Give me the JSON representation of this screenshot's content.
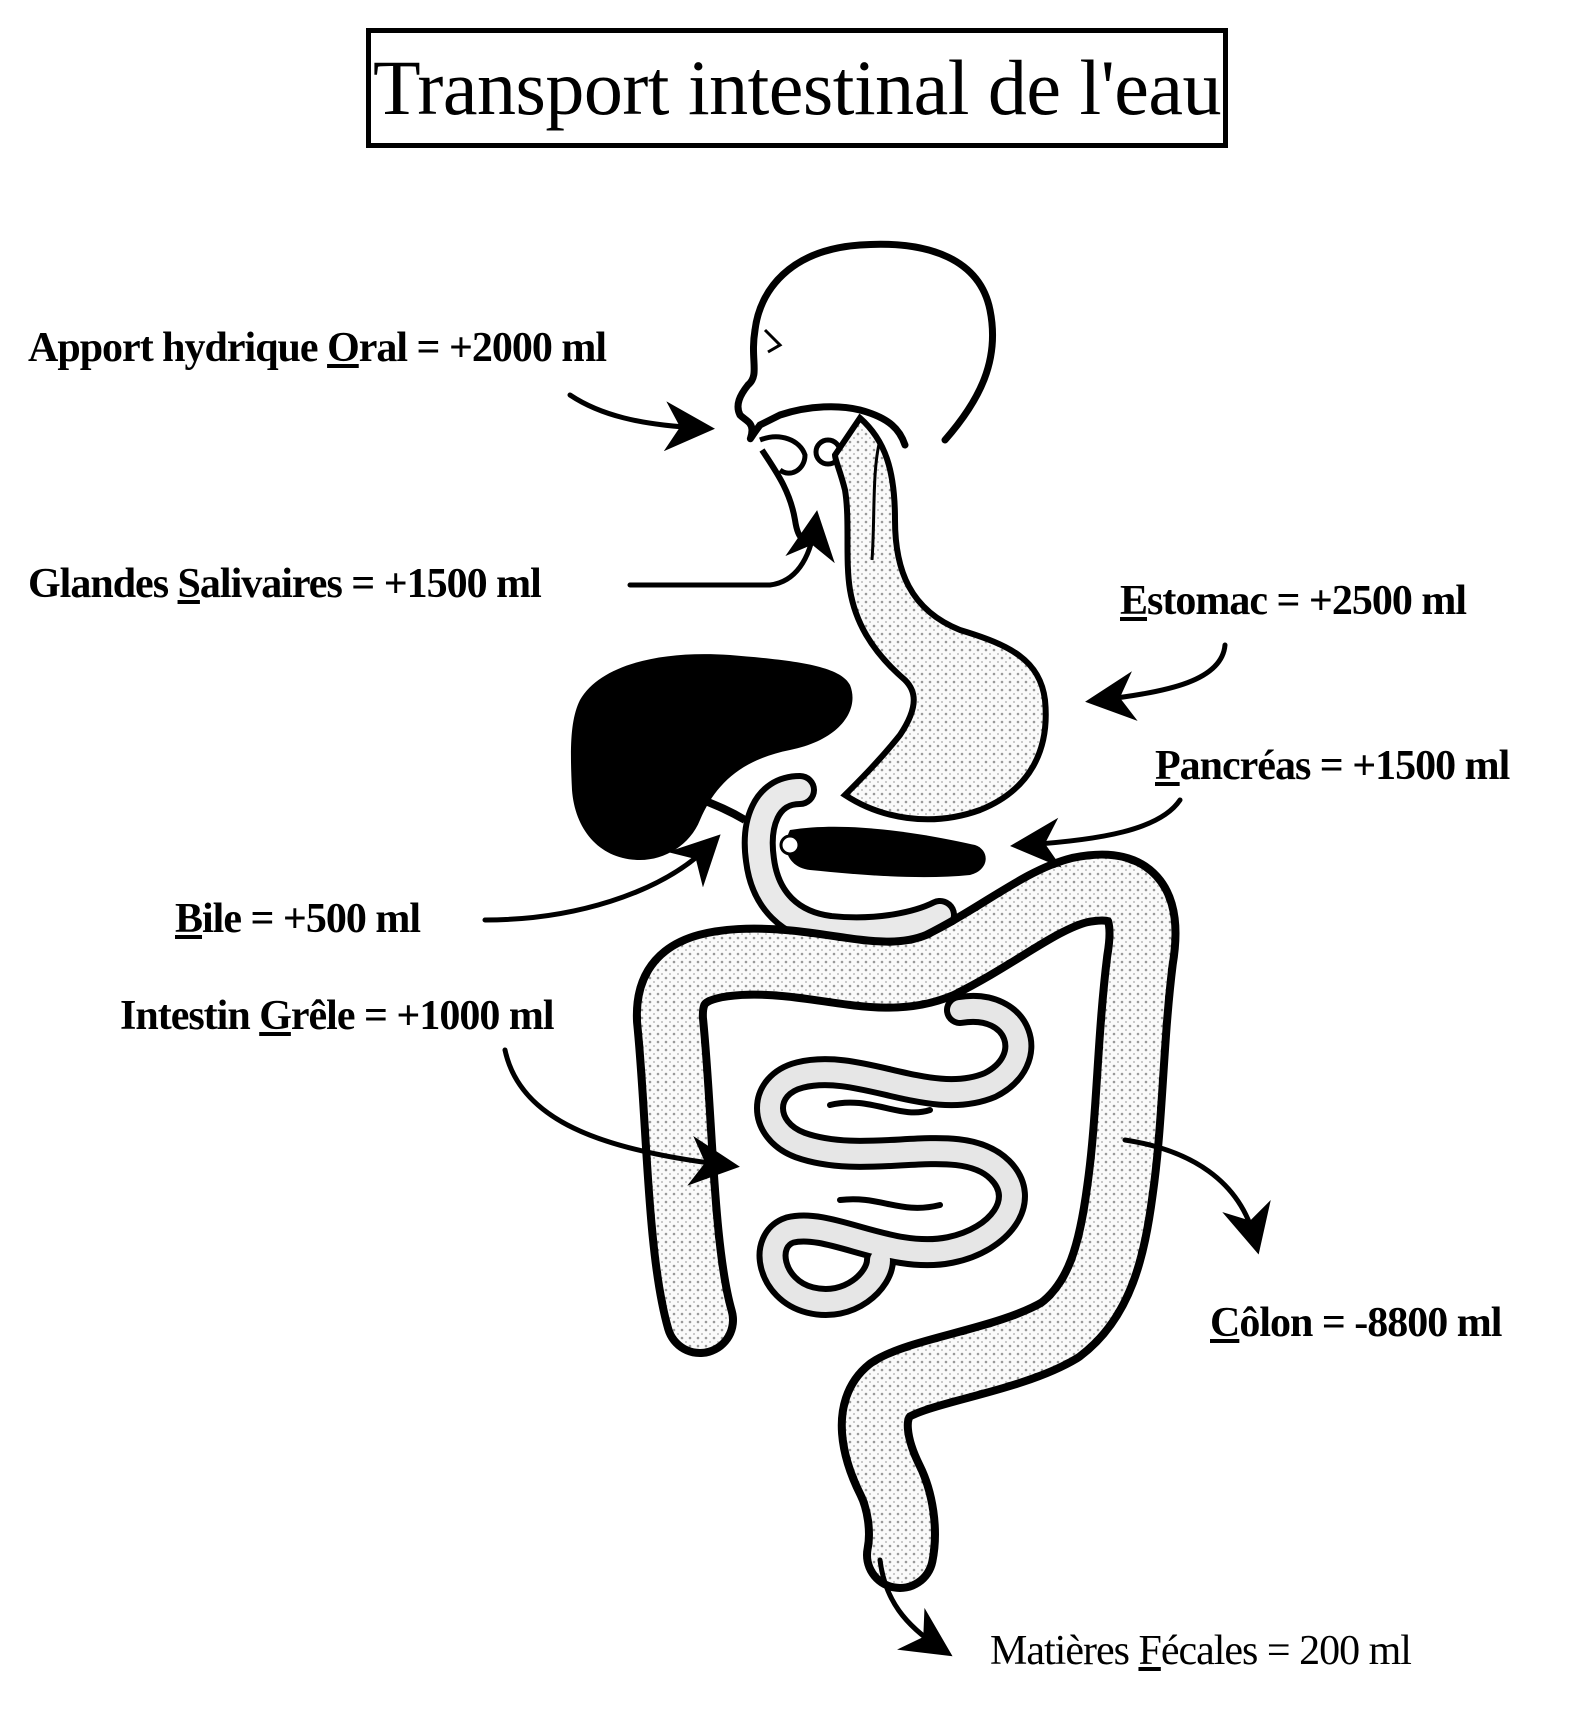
{
  "title": "Transport intestinal de l'eau",
  "labels": [
    {
      "id": "oral",
      "pre": "Apport hydrique ",
      "u": "O",
      "post": "ral = +2000 ml"
    },
    {
      "id": "salivary",
      "pre": "Glandes ",
      "u": "S",
      "post": "alivaires = +1500 ml"
    },
    {
      "id": "stomach",
      "pre": "",
      "u": "E",
      "post": "stomac = +2500 ml"
    },
    {
      "id": "pancreas",
      "pre": "",
      "u": "P",
      "post": "ancréas = +1500 ml"
    },
    {
      "id": "bile",
      "pre": "",
      "u": "B",
      "post": "ile = +500 ml"
    },
    {
      "id": "small-intestine",
      "pre": "Intestin ",
      "u": "G",
      "post": "rêle = +1000 ml"
    },
    {
      "id": "colon",
      "pre": "",
      "u": "C",
      "post": "ôlon = -8800 ml"
    },
    {
      "id": "feces",
      "pre": "Matières ",
      "u": "F",
      "post": "écales = 200 ml"
    }
  ]
}
